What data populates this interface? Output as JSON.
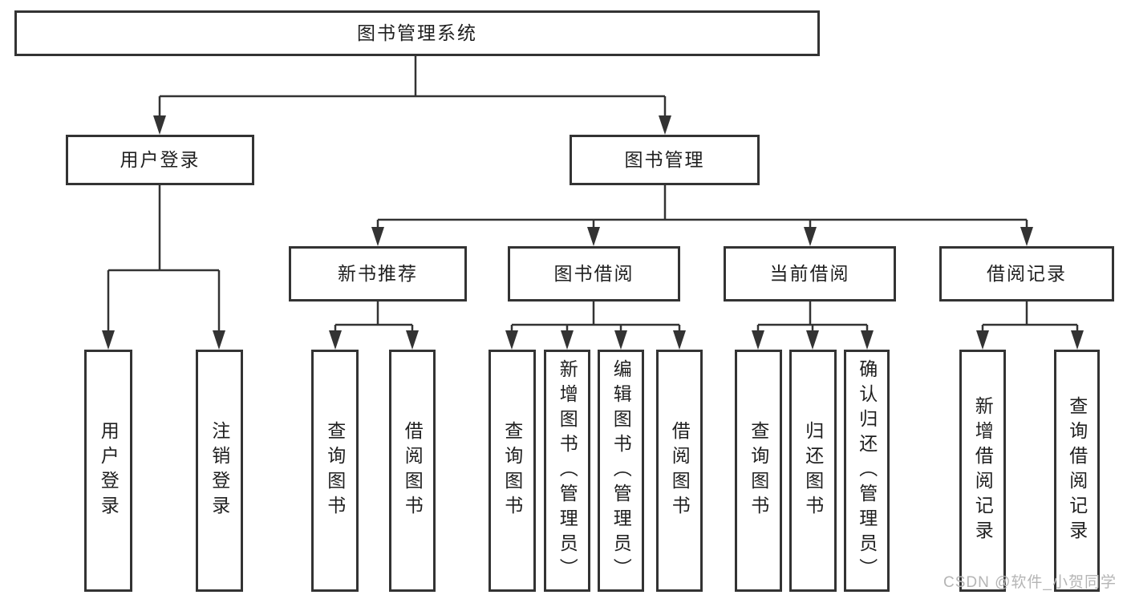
{
  "diagram": {
    "root": {
      "label": "图书管理系统"
    },
    "level2": [
      {
        "label": "用户登录"
      },
      {
        "label": "图书管理"
      }
    ],
    "level3": [
      {
        "label": "新书推荐"
      },
      {
        "label": "图书借阅"
      },
      {
        "label": "当前借阅"
      },
      {
        "label": "借阅记录"
      }
    ],
    "leaves": {
      "user_login": [
        {
          "label": "用户登录"
        },
        {
          "label": "注销登录"
        }
      ],
      "new_book": [
        {
          "label": "查询图书"
        },
        {
          "label": "借阅图书"
        }
      ],
      "book_borrow": [
        {
          "label": "查询图书"
        },
        {
          "label": "新增图书（管理员）"
        },
        {
          "label": "编辑图书（管理员）"
        },
        {
          "label": "借阅图书"
        }
      ],
      "current_borrow": [
        {
          "label": "查询图书"
        },
        {
          "label": "归还图书"
        },
        {
          "label": "确认归还（管理员）"
        }
      ],
      "borrow_records": [
        {
          "label": "新增借阅记录"
        },
        {
          "label": "查询借阅记录"
        }
      ]
    },
    "watermark": "CSDN @软件_小贺同学",
    "colors": {
      "line": "#333333",
      "border": "#333333",
      "text": "#1f1f1f",
      "box_fill": "#ffffff",
      "background": "#ffffff",
      "watermark": "#b5b5b5"
    }
  }
}
